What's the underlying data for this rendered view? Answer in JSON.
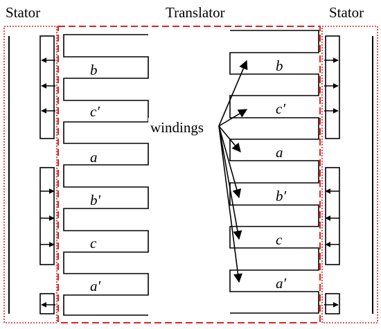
{
  "labels": {
    "stator_left": "Stator",
    "translator": "Translator",
    "stator_right": "Stator",
    "windings": "windings"
  },
  "left_slots": [
    "b",
    "c′",
    "a",
    "b′",
    "c",
    "a′"
  ],
  "right_slots": [
    "b",
    "c′",
    "a",
    "b′",
    "c",
    "a′"
  ],
  "colors": {
    "stroke": "#000000",
    "dash_box": "#e02020"
  },
  "arrow_directions": {
    "left_stator_upper": "left",
    "left_stator_lower": "right",
    "right_stator_upper": "right",
    "right_stator_lower": "left"
  }
}
